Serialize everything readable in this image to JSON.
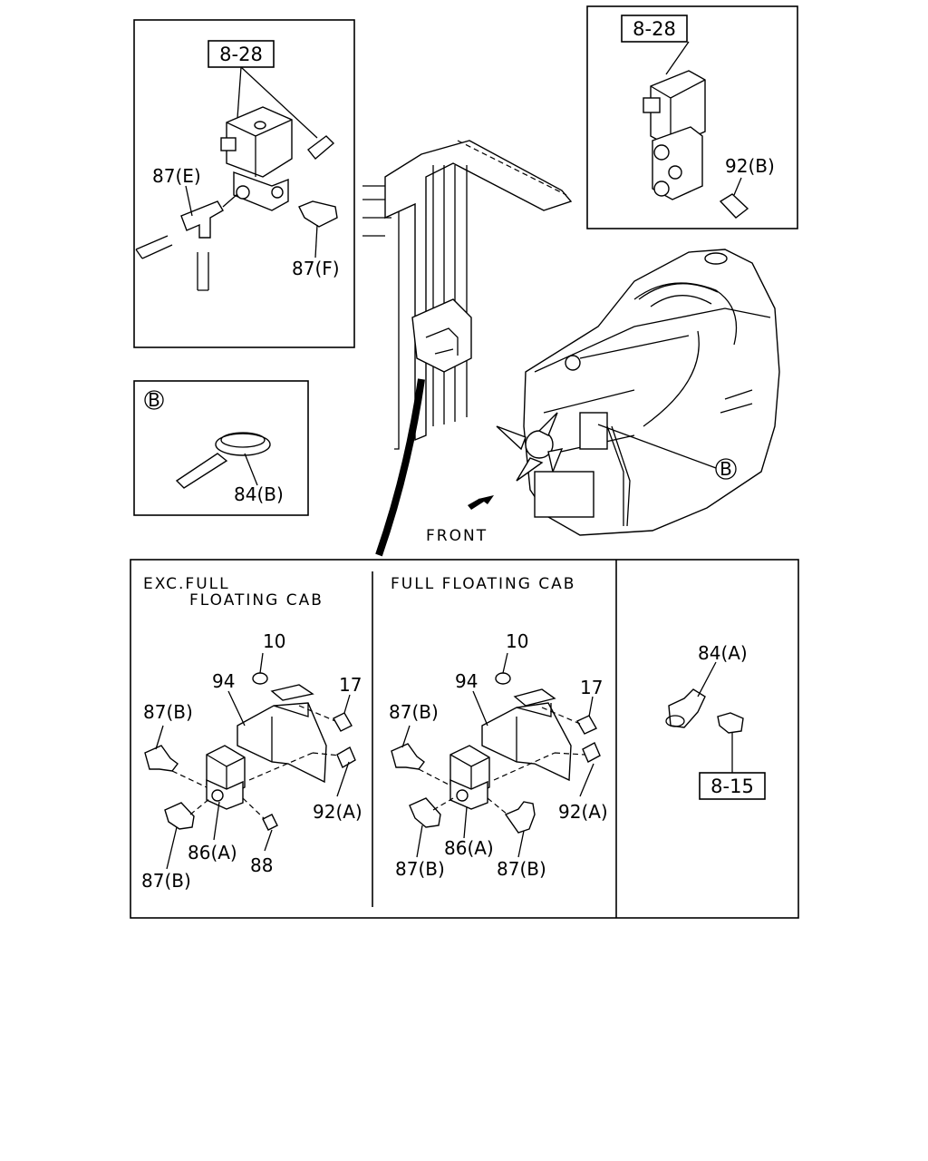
{
  "top_left_inset": {
    "ref": "8-28",
    "labels": {
      "elbow_e": "87(E)",
      "elbow_f": "87(F)"
    }
  },
  "top_right_inset": {
    "ref": "8-28",
    "labels": {
      "bolt": "92(B)"
    }
  },
  "clamp_inset": {
    "marker": "B",
    "labels": {
      "band": "84(B)"
    }
  },
  "engine_view": {
    "marker": "B",
    "direction": "FRONT"
  },
  "panel_exc_full": {
    "title_line1": "EXC.FULL",
    "title_line2": "FLOATING CAB",
    "labels": {
      "nut": "10",
      "bracket": "94",
      "bolt_top": "17",
      "elbow_top": "87(B)",
      "bolt_side": "92(A)",
      "valve": "86(A)",
      "plug": "88",
      "elbow_bottom": "87(B)"
    }
  },
  "panel_full": {
    "title": "FULL FLOATING CAB",
    "labels": {
      "nut": "10",
      "bracket": "94",
      "bolt_top": "17",
      "elbow_top": "87(B)",
      "bolt_side": "92(A)",
      "valve": "86(A)",
      "elbow_bottom_left": "87(B)",
      "elbow_bottom_right": "87(B)"
    }
  },
  "panel_clip": {
    "ref": "8-15",
    "labels": {
      "clip": "84(A)"
    }
  }
}
